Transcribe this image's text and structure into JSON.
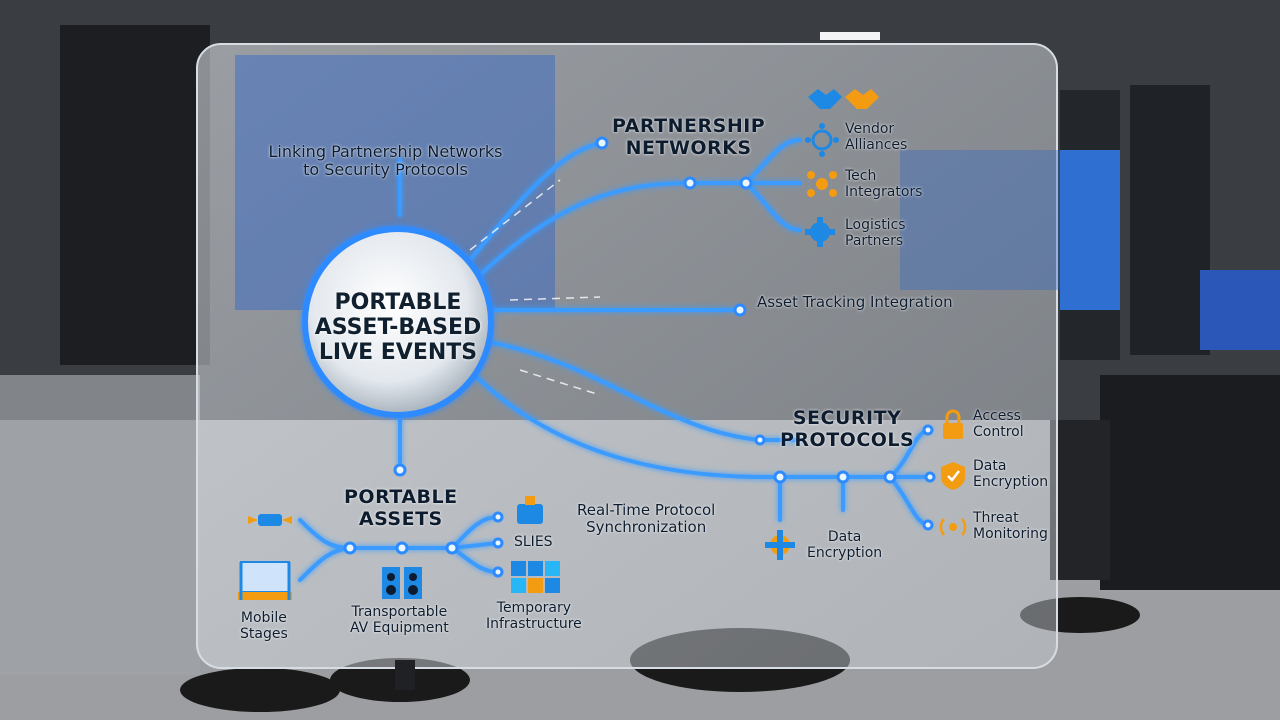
{
  "hub": {
    "title_lines": [
      "PORTABLE",
      "ASSET-BASED",
      "LIVE EVENTS"
    ]
  },
  "subtitle": {
    "lines": [
      "Linking Partnership Networks",
      "to Security Protocols"
    ]
  },
  "partnership": {
    "title_lines": [
      "PARTNERSHIP",
      "NETWORKS"
    ],
    "items": [
      {
        "lines": [
          "Vendor",
          "Alliances"
        ],
        "icon": "network-icon",
        "color": "#1e88e5"
      },
      {
        "lines": [
          "Tech",
          "Integrators"
        ],
        "icon": "hub-icon",
        "color": "#f39c12"
      },
      {
        "lines": [
          "Logistics",
          "Partners"
        ],
        "icon": "gear-icon",
        "color": "#1e88e5"
      }
    ],
    "top_icons": [
      "handshake-icon",
      "handshake-icon"
    ]
  },
  "asset_tracking": {
    "label": "Asset Tracking Integration"
  },
  "security": {
    "title_lines": [
      "SECURITY",
      "PROTOCOLS"
    ],
    "items": [
      {
        "lines": [
          "Access",
          "Control"
        ],
        "icon": "lock-icon",
        "color": "#f39c12"
      },
      {
        "lines": [
          "Data",
          "Encryption"
        ],
        "icon": "shield-icon",
        "color": "#f39c12"
      },
      {
        "lines": [
          "Threat",
          "Monitoring"
        ],
        "icon": "signal-icon",
        "color": "#f39c12"
      }
    ],
    "lower": {
      "lines": [
        "Data",
        "Encryption"
      ],
      "icon": "gear-icon"
    }
  },
  "realtime": {
    "lines": [
      "Real-Time Protocol",
      "Synchronization"
    ]
  },
  "portable_assets": {
    "title_lines": [
      "PORTABLE",
      "ASSETS"
    ],
    "items": [
      {
        "lines": [
          "Mobile",
          "Stages"
        ],
        "icon": "stage-icon"
      },
      {
        "lines": [
          "Transportable",
          "AV Equipment"
        ],
        "icon": "speaker-icon"
      },
      {
        "lines": [
          "SLIES"
        ],
        "icon": "robot-icon"
      },
      {
        "lines": [
          "Temporary",
          "Infrastructure"
        ],
        "icon": "grid-icon"
      }
    ]
  },
  "colors": {
    "accent": "#2e8bff",
    "glow": "#6fc3ff",
    "orange": "#f39c12",
    "text": "#0d1b2e"
  }
}
